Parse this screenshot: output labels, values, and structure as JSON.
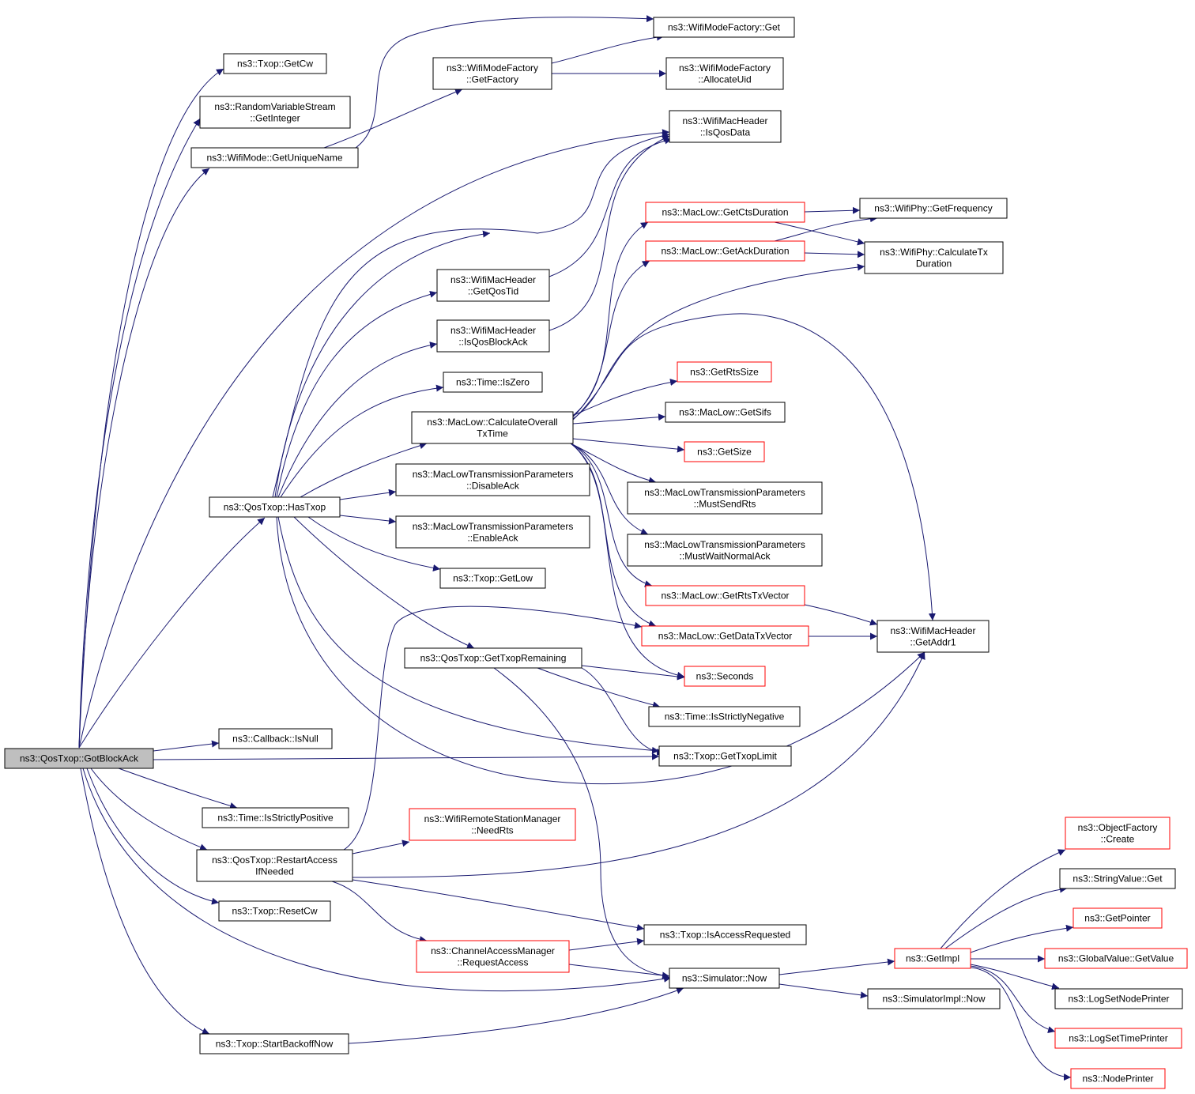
{
  "colors": {
    "edge": "#191970",
    "node_border": "#000000",
    "node_border_truncated": "#ff0000",
    "node_fill": "#ffffff",
    "root_fill": "#bfbfbf"
  },
  "nodes": [
    {
      "id": "gotblockack",
      "lines": [
        "ns3::QosTxop::GotBlockAck"
      ],
      "style": "root"
    },
    {
      "id": "getcw",
      "lines": [
        "ns3::Txop::GetCw"
      ],
      "style": "normal"
    },
    {
      "id": "getinteger",
      "lines": [
        "ns3::RandomVariableStream",
        "::GetInteger"
      ],
      "style": "normal"
    },
    {
      "id": "getuniquename",
      "lines": [
        "ns3::WifiMode::GetUniqueName"
      ],
      "style": "normal"
    },
    {
      "id": "getfactory",
      "lines": [
        "ns3::WifiModeFactory",
        "::GetFactory"
      ],
      "style": "normal"
    },
    {
      "id": "wmfget",
      "lines": [
        "ns3::WifiModeFactory::Get"
      ],
      "style": "normal"
    },
    {
      "id": "allocateuid",
      "lines": [
        "ns3::WifiModeFactory",
        "::AllocateUid"
      ],
      "style": "normal"
    },
    {
      "id": "isqosdata",
      "lines": [
        "ns3::WifiMacHeader",
        "::IsQosData"
      ],
      "style": "normal"
    },
    {
      "id": "getctsduration",
      "lines": [
        "ns3::MacLow::GetCtsDuration"
      ],
      "style": "truncated"
    },
    {
      "id": "getfrequency",
      "lines": [
        "ns3::WifiPhy::GetFrequency"
      ],
      "style": "normal"
    },
    {
      "id": "getackduration",
      "lines": [
        "ns3::MacLow::GetAckDuration"
      ],
      "style": "truncated"
    },
    {
      "id": "calculatetxduration",
      "lines": [
        "ns3::WifiPhy::CalculateTx",
        "Duration"
      ],
      "style": "normal"
    },
    {
      "id": "getqostid",
      "lines": [
        "ns3::WifiMacHeader",
        "::GetQosTid"
      ],
      "style": "normal"
    },
    {
      "id": "isqosblockack",
      "lines": [
        "ns3::WifiMacHeader",
        "::IsQosBlockAck"
      ],
      "style": "normal"
    },
    {
      "id": "iszero",
      "lines": [
        "ns3::Time::IsZero"
      ],
      "style": "normal"
    },
    {
      "id": "getrtssize",
      "lines": [
        "ns3::GetRtsSize"
      ],
      "style": "truncated"
    },
    {
      "id": "calculateoveralltxtime",
      "lines": [
        "ns3::MacLow::CalculateOverall",
        "TxTime"
      ],
      "style": "normal"
    },
    {
      "id": "getsifs",
      "lines": [
        "ns3::MacLow::GetSifs"
      ],
      "style": "normal"
    },
    {
      "id": "getsize",
      "lines": [
        "ns3::GetSize"
      ],
      "style": "truncated"
    },
    {
      "id": "disableack",
      "lines": [
        "ns3::MacLowTransmissionParameters",
        "::DisableAck"
      ],
      "style": "normal"
    },
    {
      "id": "mustsendrts",
      "lines": [
        "ns3::MacLowTransmissionParameters",
        "::MustSendRts"
      ],
      "style": "normal"
    },
    {
      "id": "hastxop",
      "lines": [
        "ns3::QosTxop::HasTxop"
      ],
      "style": "normal"
    },
    {
      "id": "enableack",
      "lines": [
        "ns3::MacLowTransmissionParameters",
        "::EnableAck"
      ],
      "style": "normal"
    },
    {
      "id": "mustwaitnormalack",
      "lines": [
        "ns3::MacLowTransmissionParameters",
        "::MustWaitNormalAck"
      ],
      "style": "normal"
    },
    {
      "id": "getlow",
      "lines": [
        "ns3::Txop::GetLow"
      ],
      "style": "normal"
    },
    {
      "id": "getrtstxvector",
      "lines": [
        "ns3::MacLow::GetRtsTxVector"
      ],
      "style": "truncated"
    },
    {
      "id": "getdatatxvector",
      "lines": [
        "ns3::MacLow::GetDataTxVector"
      ],
      "style": "truncated"
    },
    {
      "id": "getaddr1",
      "lines": [
        "ns3::WifiMacHeader",
        "::GetAddr1"
      ],
      "style": "normal"
    },
    {
      "id": "gettxopremaining",
      "lines": [
        "ns3::QosTxop::GetTxopRemaining"
      ],
      "style": "normal"
    },
    {
      "id": "seconds",
      "lines": [
        "ns3::Seconds"
      ],
      "style": "truncated"
    },
    {
      "id": "isstrictlynegative",
      "lines": [
        "ns3::Time::IsStrictlyNegative"
      ],
      "style": "normal"
    },
    {
      "id": "isnull",
      "lines": [
        "ns3::Callback::IsNull"
      ],
      "style": "normal"
    },
    {
      "id": "gettxoplimit",
      "lines": [
        "ns3::Txop::GetTxopLimit"
      ],
      "style": "normal"
    },
    {
      "id": "isstrictlypositive",
      "lines": [
        "ns3::Time::IsStrictlyPositive"
      ],
      "style": "normal"
    },
    {
      "id": "needrts",
      "lines": [
        "ns3::WifiRemoteStationManager",
        "::NeedRts"
      ],
      "style": "truncated"
    },
    {
      "id": "restartaccessifneeded",
      "lines": [
        "ns3::QosTxop::RestartAccess",
        "IfNeeded"
      ],
      "style": "normal"
    },
    {
      "id": "objectfactorycreate",
      "lines": [
        "ns3::ObjectFactory",
        "::Create"
      ],
      "style": "truncated"
    },
    {
      "id": "stringvalueget",
      "lines": [
        "ns3::StringValue::Get"
      ],
      "style": "normal"
    },
    {
      "id": "getpointer",
      "lines": [
        "ns3::GetPointer"
      ],
      "style": "truncated"
    },
    {
      "id": "resetcw",
      "lines": [
        "ns3::Txop::ResetCw"
      ],
      "style": "normal"
    },
    {
      "id": "isaccessrequested",
      "lines": [
        "ns3::Txop::IsAccessRequested"
      ],
      "style": "normal"
    },
    {
      "id": "getimpl",
      "lines": [
        "ns3::GetImpl"
      ],
      "style": "truncated"
    },
    {
      "id": "globalvaluegetvalue",
      "lines": [
        "ns3::GlobalValue::GetValue"
      ],
      "style": "truncated"
    },
    {
      "id": "requestaccess",
      "lines": [
        "ns3::ChannelAccessManager",
        "::RequestAccess"
      ],
      "style": "truncated"
    },
    {
      "id": "simulatornow",
      "lines": [
        "ns3::Simulator::Now"
      ],
      "style": "normal"
    },
    {
      "id": "simulatorimplnow",
      "lines": [
        "ns3::SimulatorImpl::Now"
      ],
      "style": "normal"
    },
    {
      "id": "logsetnodeprinter",
      "lines": [
        "ns3::LogSetNodePrinter"
      ],
      "style": "normal"
    },
    {
      "id": "logsettimeprinter",
      "lines": [
        "ns3::LogSetTimePrinter"
      ],
      "style": "truncated"
    },
    {
      "id": "startbackoffnow",
      "lines": [
        "ns3::Txop::StartBackoffNow"
      ],
      "style": "normal"
    },
    {
      "id": "nodeprinter",
      "lines": [
        "ns3::NodePrinter"
      ],
      "style": "truncated"
    }
  ],
  "edges": [
    [
      "gotblockack",
      "getcw"
    ],
    [
      "gotblockack",
      "getinteger"
    ],
    [
      "gotblockack",
      "getuniquename"
    ],
    [
      "gotblockack",
      "isqosdata"
    ],
    [
      "gotblockack",
      "hastxop"
    ],
    [
      "gotblockack",
      "isnull"
    ],
    [
      "gotblockack",
      "gettxoplimit"
    ],
    [
      "gotblockack",
      "isstrictlypositive"
    ],
    [
      "gotblockack",
      "restartaccessifneeded"
    ],
    [
      "gotblockack",
      "resetcw"
    ],
    [
      "gotblockack",
      "simulatornow"
    ],
    [
      "gotblockack",
      "startbackoffnow"
    ],
    [
      "getuniquename",
      "getfactory"
    ],
    [
      "getuniquename",
      "wmfget"
    ],
    [
      "getfactory",
      "wmfget"
    ],
    [
      "getfactory",
      "allocateuid"
    ],
    [
      "hastxop",
      "isqosdata"
    ],
    [
      "hastxop",
      "getfrequency"
    ],
    [
      "hastxop",
      "getqostid"
    ],
    [
      "hastxop",
      "isqosblockack"
    ],
    [
      "hastxop",
      "iszero"
    ],
    [
      "hastxop",
      "calculateoveralltxtime"
    ],
    [
      "hastxop",
      "disableack"
    ],
    [
      "hastxop",
      "enableack"
    ],
    [
      "hastxop",
      "getlow"
    ],
    [
      "hastxop",
      "gettxopremaining"
    ],
    [
      "hastxop",
      "gettxoplimit"
    ],
    [
      "hastxop",
      "getaddr1"
    ],
    [
      "getqostid",
      "isqosdata"
    ],
    [
      "isqosblockack",
      "isqosdata"
    ],
    [
      "calculateoveralltxtime",
      "getctsduration"
    ],
    [
      "calculateoveralltxtime",
      "getackduration"
    ],
    [
      "calculateoveralltxtime",
      "calculatetxduration"
    ],
    [
      "calculateoveralltxtime",
      "getaddr1"
    ],
    [
      "calculateoveralltxtime",
      "getrtssize"
    ],
    [
      "calculateoveralltxtime",
      "getsifs"
    ],
    [
      "calculateoveralltxtime",
      "getsize"
    ],
    [
      "calculateoveralltxtime",
      "mustsendrts"
    ],
    [
      "calculateoveralltxtime",
      "mustwaitnormalack"
    ],
    [
      "calculateoveralltxtime",
      "getrtstxvector"
    ],
    [
      "calculateoveralltxtime",
      "getdatatxvector"
    ],
    [
      "calculateoveralltxtime",
      "seconds"
    ],
    [
      "getctsduration",
      "getfrequency"
    ],
    [
      "getctsduration",
      "calculatetxduration"
    ],
    [
      "getackduration",
      "getfrequency"
    ],
    [
      "getackduration",
      "calculatetxduration"
    ],
    [
      "getrtstxvector",
      "getaddr1"
    ],
    [
      "getdatatxvector",
      "getaddr1"
    ],
    [
      "gettxopremaining",
      "seconds"
    ],
    [
      "gettxopremaining",
      "isstrictlynegative"
    ],
    [
      "gettxopremaining",
      "gettxoplimit"
    ],
    [
      "gettxopremaining",
      "simulatornow"
    ],
    [
      "restartaccessifneeded",
      "getdatatxvector"
    ],
    [
      "restartaccessifneeded",
      "getaddr1"
    ],
    [
      "restartaccessifneeded",
      "needrts"
    ],
    [
      "restartaccessifneeded",
      "isaccessrequested"
    ],
    [
      "restartaccessifneeded",
      "requestaccess"
    ],
    [
      "requestaccess",
      "isaccessrequested"
    ],
    [
      "requestaccess",
      "simulatornow"
    ],
    [
      "simulatornow",
      "getimpl"
    ],
    [
      "simulatornow",
      "simulatorimplnow"
    ],
    [
      "getimpl",
      "objectfactorycreate"
    ],
    [
      "getimpl",
      "stringvalueget"
    ],
    [
      "getimpl",
      "getpointer"
    ],
    [
      "getimpl",
      "globalvaluegetvalue"
    ],
    [
      "getimpl",
      "logsetnodeprinter"
    ],
    [
      "getimpl",
      "logsettimeprinter"
    ],
    [
      "getimpl",
      "nodeprinter"
    ],
    [
      "startbackoffnow",
      "simulatornow"
    ]
  ]
}
